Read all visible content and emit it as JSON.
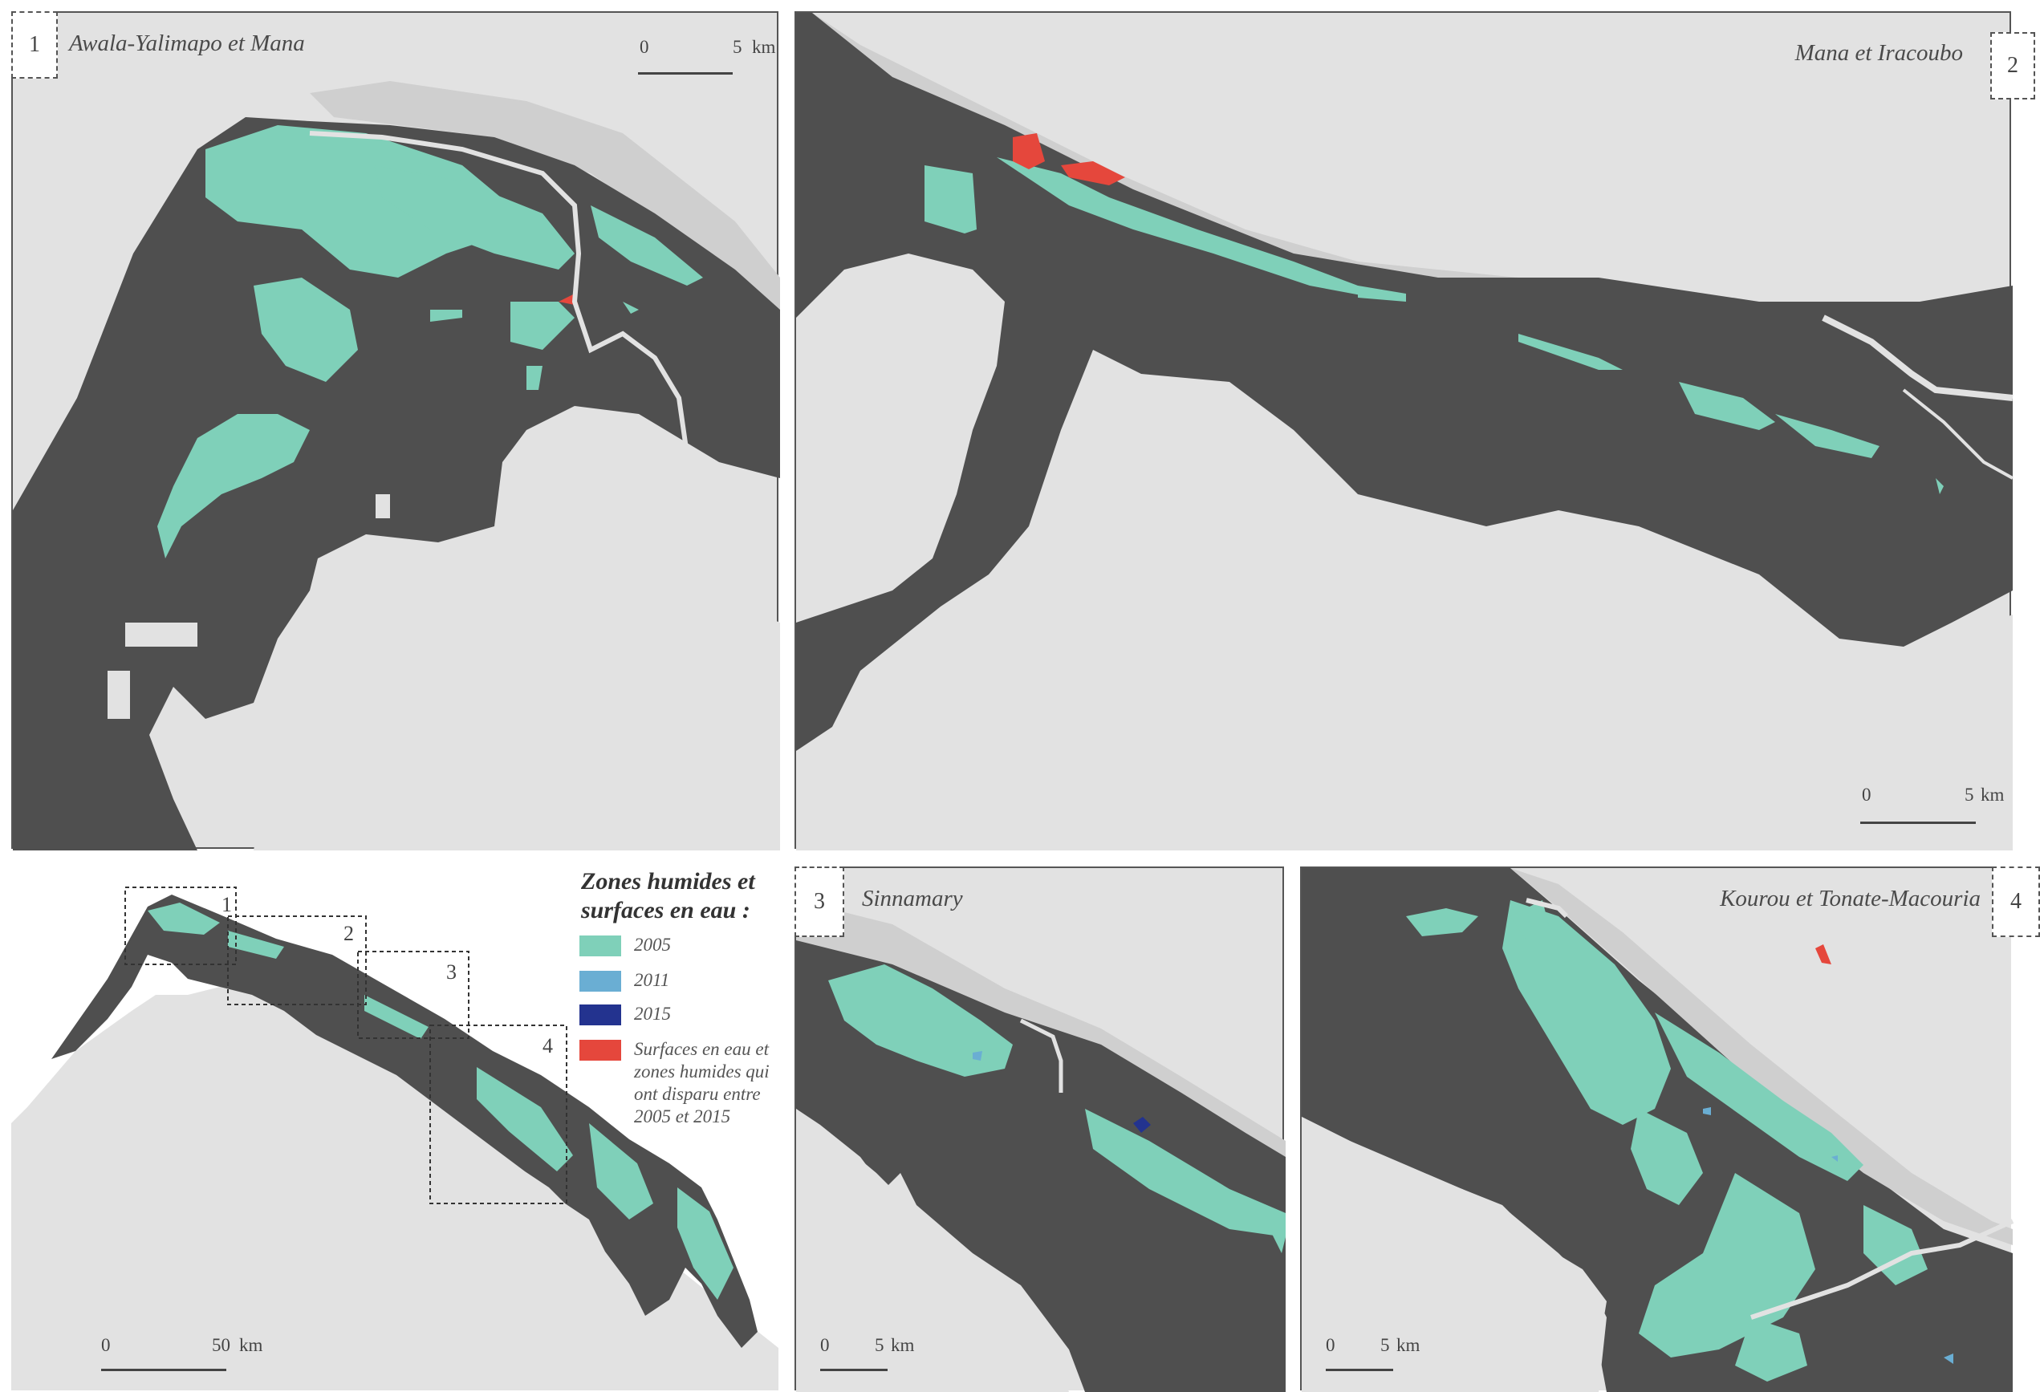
{
  "colors": {
    "land": "#4f4f4f",
    "background": "#e2e2e2",
    "water_2005": "#7fd0b9",
    "water_2011": "#6aaed3",
    "water_2015": "#23338f",
    "disappeared": "#e5473c",
    "coast_light": "#cfcfcf"
  },
  "panels": [
    {
      "number": "1",
      "title": "Awala-Yalimapo et Mana",
      "scale": {
        "start": "0",
        "end": "5",
        "unit": "km"
      }
    },
    {
      "number": "2",
      "title": "Mana et Iracoubo",
      "scale": {
        "start": "0",
        "end": "5",
        "unit": "km"
      }
    },
    {
      "number": "3",
      "title": "Sinnamary",
      "scale": {
        "start": "0",
        "end": "5",
        "unit": "km"
      }
    },
    {
      "number": "4",
      "title": "Kourou et Tonate-Macouria",
      "scale": {
        "start": "0",
        "end": "5",
        "unit": "km"
      }
    }
  ],
  "overview": {
    "boxes": [
      "1",
      "2",
      "3",
      "4"
    ],
    "scale": {
      "start": "0",
      "end": "50",
      "unit": "km"
    }
  },
  "legend": {
    "title_line1": "Zones humides et",
    "title_line2": "surfaces en eau :",
    "items": [
      {
        "label": "2005",
        "color_key": "water_2005"
      },
      {
        "label": "2011",
        "color_key": "water_2011"
      },
      {
        "label": "2015",
        "color_key": "water_2015"
      },
      {
        "label_lines": [
          "Surfaces en eau et",
          "zones humides qui",
          "ont disparu entre",
          "2005 et 2015"
        ],
        "color_key": "disappeared"
      }
    ]
  }
}
